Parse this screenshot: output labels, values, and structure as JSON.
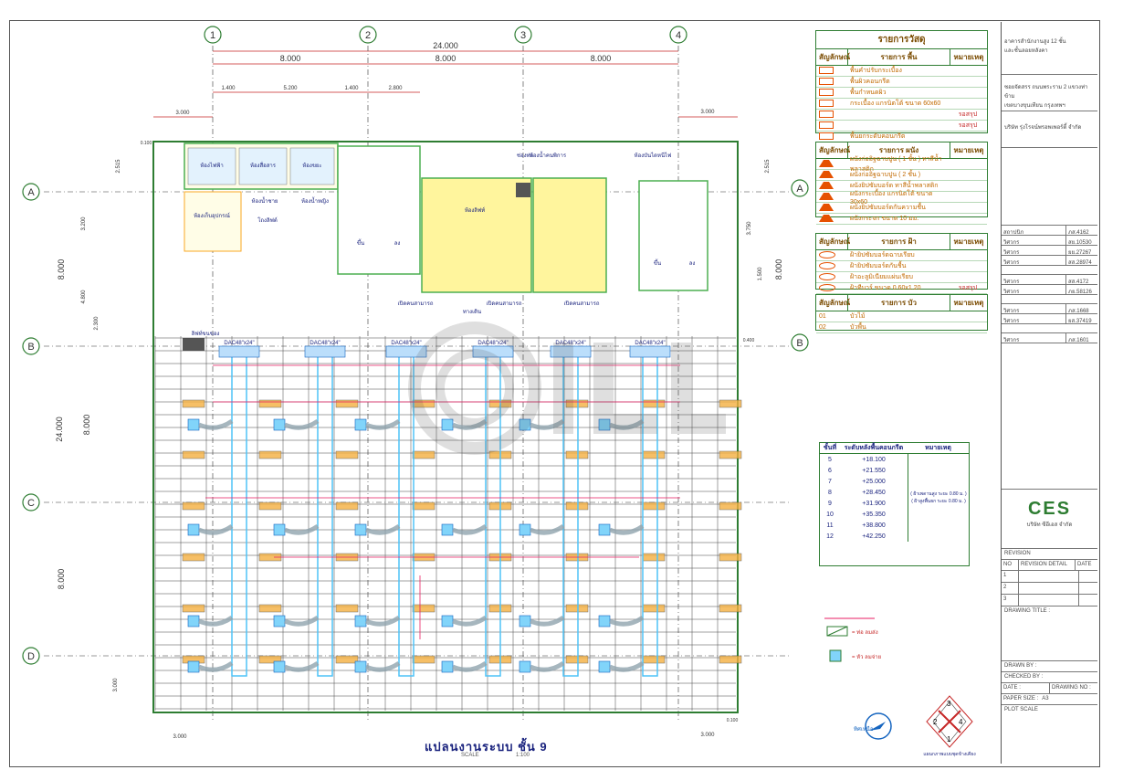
{
  "grid": {
    "columns": [
      "1",
      "2",
      "3",
      "4"
    ],
    "rows": [
      "A",
      "B",
      "C",
      "D"
    ]
  },
  "dims": {
    "overall_top": "24.000",
    "bay_top": [
      "8.000",
      "8.000",
      "8.000"
    ],
    "sub_top": [
      "1.400",
      "5.200",
      "1.400",
      "2.800"
    ],
    "left_offset": "3.000",
    "right_offset": "3.000",
    "overall_left": "24.000",
    "bay_left": [
      "8.000",
      "8.000",
      "8.000"
    ],
    "left_small": [
      "2.515",
      "3.200",
      "4.800",
      "2.300"
    ],
    "right_small": [
      "2.515",
      "3.750",
      "1.500"
    ],
    "right_bay": "8.000",
    "bottom_left": "3.000",
    "bottom_right": "3.000",
    "corner_small": "0.100",
    "right_b": "0.400",
    "d_bottom": "3.000",
    "bottom_small": "0.100"
  },
  "legend_material": {
    "title": "รายการวัสดุ",
    "header": [
      "สัญลักษณ์",
      "รายการ พื้น",
      "หมายเหตุ"
    ],
    "rows": [
      {
        "text": "พื้นคำปรับกระเบื้อง",
        "note": ""
      },
      {
        "text": "พื้นผิวคอนกรีต",
        "note": ""
      },
      {
        "text": "พื้นกำหนดผิว",
        "note": ""
      },
      {
        "text": "กระเบื้อง แกรนิตโต้ ขนาด 60x60",
        "note": ""
      },
      {
        "text": "",
        "note": "รอสรุป"
      },
      {
        "text": "",
        "note": "รอสรุป"
      },
      {
        "text": "พื้นยกระดับคอนกรีต",
        "note": ""
      }
    ]
  },
  "legend_wall": {
    "header": [
      "สัญลักษณ์",
      "รายการ ผนัง",
      "หมายเหตุ"
    ],
    "rows": [
      {
        "text": "ผนังก่ออิฐฉาบปูน ( 1 ชั้น ) ทาสีน้ำพลาสติก",
        "note": ""
      },
      {
        "text": "ผนังก่ออิฐฉาบปูน ( 2 ชั้น )",
        "note": ""
      },
      {
        "text": "ผนังยิปซัมบอร์ด ทาสีน้ำพลาสติก",
        "note": ""
      },
      {
        "text": "ผนังกระเบื้อง แกรนิตโต้ ขนาด 30x60",
        "note": ""
      },
      {
        "text": "ผนังยิปซัมบอร์ดกันความชื้น",
        "note": ""
      },
      {
        "text": "ผนังกระจก ขนาด 10 มม.",
        "note": ""
      }
    ]
  },
  "legend_ceiling": {
    "header": [
      "สัญลักษณ์",
      "รายการ ฝ้า",
      "หมายเหตุ"
    ],
    "rows": [
      {
        "text": "ฝ้ายิปซัมบอร์ดฉาบเรียบ",
        "note": ""
      },
      {
        "text": "ฝ้ายิปซัมบอร์ดกันชื้น",
        "note": ""
      },
      {
        "text": "ฝ้าอะลูมิเนียมแผ่นเรียบ",
        "note": ""
      },
      {
        "text": "ฝ้าทีบาร์ ขนาด 0.60x1.20",
        "note": "รอสรุป"
      }
    ]
  },
  "legend_base": {
    "header": [
      "สัญลักษณ์",
      "รายการ บัว",
      "หมายเหตุ"
    ],
    "rows": [
      {
        "text": "บัวไม้",
        "code": "01"
      },
      {
        "text": "บัวพื้น",
        "code": "02"
      }
    ]
  },
  "rooms": {
    "r1": "ห้องไฟฟ้า",
    "r2": "ห้องสื่อสาร",
    "r3": "ห้องขยะ",
    "r4": "ห้องเก็บอุปกรณ์",
    "r5": "ห้องน้ำชาย",
    "r6": "ห้องน้ำหญิง",
    "stair_up": "ขึ้น",
    "stair_down": "ลง",
    "lobby": "ห้องลิฟท์",
    "shaft": "ช่องท่อ",
    "fire": "ห้องบันไดหนีไฟ",
    "corridor": "ทางเดิน",
    "elevator": "ลิฟท์ขนของ",
    "open": "โถงลิฟต์",
    "label_a": "เปิดคนสามารถ",
    "label_b": "เปิดคนสามารถ",
    "label_c": "เปิดคนสามารถ",
    "label_d": "ห้องน้ำคนพิการ"
  },
  "ahu_labels": [
    "DAC48\"x24\"",
    "DAC48\"x24\"",
    "DAC48\"x24\"",
    "DAC48\"x24\"",
    "DAC48\"x24\"",
    "DAC48\"x24\""
  ],
  "levels": {
    "title": "ระดับ",
    "header": [
      "ชั้นที่",
      "ระดับหลังพื้นคอนกรีต",
      "หมายเหตุ"
    ],
    "rows": [
      {
        "floor": "5",
        "level": "+18.100"
      },
      {
        "floor": "6",
        "level": "+21.550"
      },
      {
        "floor": "7",
        "level": "+25.000"
      },
      {
        "floor": "8",
        "level": "+28.450"
      },
      {
        "floor": "9",
        "level": "+31.900"
      },
      {
        "floor": "10",
        "level": "+35.350"
      },
      {
        "floor": "11",
        "level": "+38.800"
      },
      {
        "floor": "12",
        "level": "+42.250"
      }
    ],
    "note1": "( ฝ้าเพดานสูง ระยะ 0.80 ม. )",
    "note2": "( ฝ้าสูงพื้นยก ระยะ 0.80 ม. )"
  },
  "symbols": {
    "s1": "= ท่อ ลมส่ง",
    "s2": "= หัว ลมจ่าย"
  },
  "title_block": {
    "project1": "อาคารสำนักงานสูง 12 ชั้น",
    "project2": "และชั้นลอยหลังคา",
    "loc1": "ซอยจัดสรร ถนนพระราม 2 แขวงท่าข้าม",
    "loc2": "เขตบางขุนเทียน กรุงเทพฯ",
    "owner": "บริษัท รุ่งโรจน์พรอพเพอร์ตี้ จำกัด",
    "arch": "สถาปนิก",
    "rows": [
      {
        "l": "สถาปนิก",
        "r": "ภส.4162"
      },
      {
        "l": "วิศวกร",
        "r": "สย.10530"
      },
      {
        "l": "วิศวกร",
        "r": "ยย.27267"
      },
      {
        "l": "วิศวกร",
        "r": "สส.28974"
      }
    ],
    "rows2": [
      {
        "l": "วิศวกร",
        "r": "สส.4172"
      },
      {
        "l": "วิศวกร",
        "r": "ภย.58126"
      }
    ],
    "rows3": [
      {
        "l": "วิศวกร",
        "r": "ภส.1668"
      },
      {
        "l": "วิศวกร",
        "r": "ยส.37419"
      }
    ],
    "rows4": [
      {
        "l": "วิศวกร",
        "r": "ภส.1601"
      }
    ],
    "company": "CES",
    "company_sub": "บริษัท ซีอีเอส จำกัด",
    "revision": "REVISION",
    "rev_no": "NO",
    "rev_detail": "REVISION DETAIL",
    "rev_date": "DATE",
    "rev_rows": [
      "1",
      "2",
      "3"
    ],
    "drawing_title": "DRAWING TITLE :",
    "drawn_by": "DRAWN BY :",
    "checked_by": "CHECKED BY :",
    "date": "DATE :",
    "drawing_no": "DRAWING NO :",
    "paper_size": "PAPER SIZE :",
    "paper_val": "A3",
    "plot_scale": "PLOT SCALE"
  },
  "drawing_title": "แปลนงานระบบ  ชั้น 9",
  "scale_label": "SCALE",
  "scale_value": "1:100",
  "north_label": "ทิศเหนือ",
  "key_label": "แผนกภาพแบบชุดข้างเคียง",
  "key_numbers": [
    "1",
    "2",
    "3",
    "4"
  ],
  "colors": {
    "grid_bubble": "#2e7d32",
    "wall": "#4caf50",
    "room_fill": "#fff59d",
    "duct": "#4fc3f7",
    "pipe": "#e91e63",
    "ceiling_grid": "#333333",
    "dim": "#c62828"
  }
}
